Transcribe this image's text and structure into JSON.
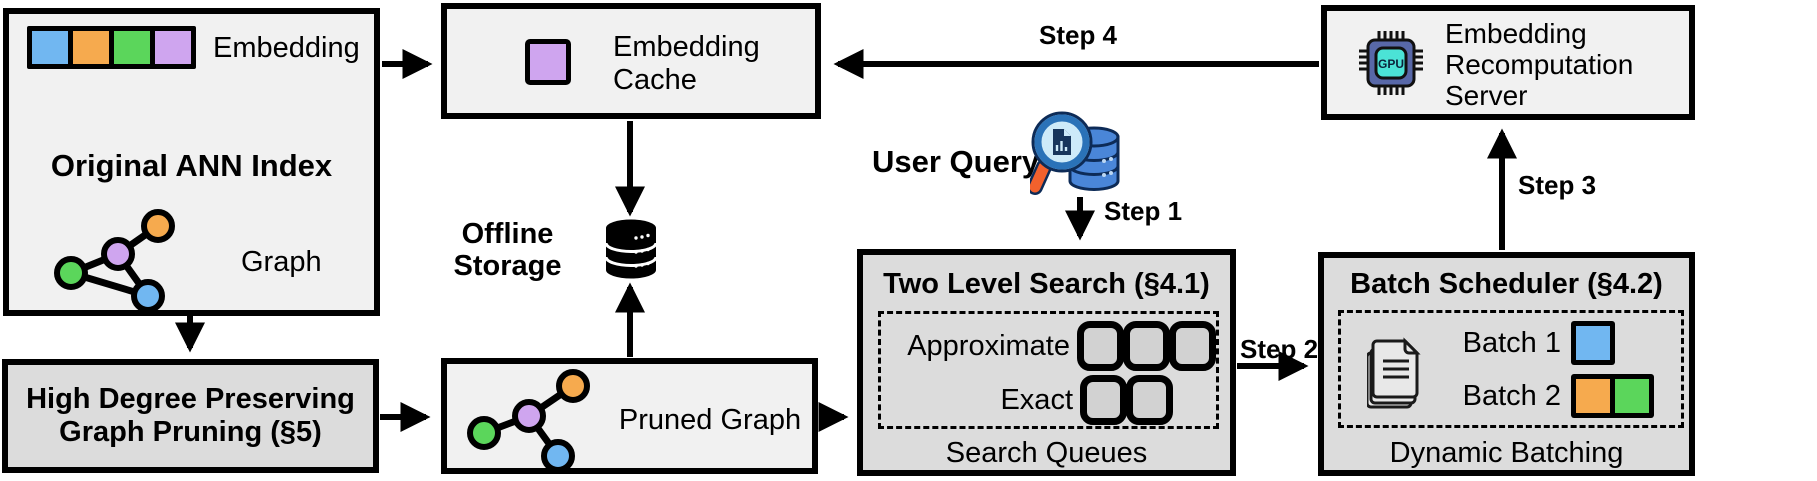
{
  "ann_index": {
    "embedding_label": "Embedding",
    "title": "Original ANN Index",
    "graph_label": "Graph"
  },
  "graph_pruning": {
    "line1": "High Degree Preserving",
    "line2": "Graph Pruning (§5)"
  },
  "embedding_cache": {
    "line1": "Embedding",
    "line2": "Cache"
  },
  "offline_storage": {
    "line1": "Offline",
    "line2": "Storage"
  },
  "pruned_graph": {
    "label": "Pruned Graph"
  },
  "user_query": {
    "label": "User Query"
  },
  "two_level_search": {
    "title": "Two Level Search (§4.1)",
    "approximate_label": "Approximate",
    "exact_label": "Exact",
    "footer": "Search Queues",
    "approximate_queue_count": 3,
    "exact_queue_count": 2
  },
  "batch_scheduler": {
    "title": "Batch Scheduler (§4.2)",
    "batch1_label": "Batch 1",
    "batch2_label": "Batch 2",
    "footer": "Dynamic Batching"
  },
  "recomputation_server": {
    "line1": "Embedding",
    "line2": "Recomputation",
    "line3": "Server"
  },
  "steps": {
    "step1": "Step 1",
    "step2": "Step 2",
    "step3": "Step 3",
    "step4": "Step 4"
  },
  "gpu_chip": {
    "label": "GPU"
  },
  "colors": {
    "node_blue": "#71b7f1",
    "node_orange": "#f6aa4e",
    "node_green": "#5bd65b",
    "node_purple": "#cfa5ef",
    "light_box_bg": "#f1f1f1",
    "dark_box_bg": "#dcdcdc",
    "gpu_chip_body": "#5868a8",
    "gpu_chip_core": "#4be3d6",
    "query_db_blue": "#4a86d8",
    "magnifier_rim": "#2a72b8",
    "magnifier_handle": "#f2612d"
  }
}
